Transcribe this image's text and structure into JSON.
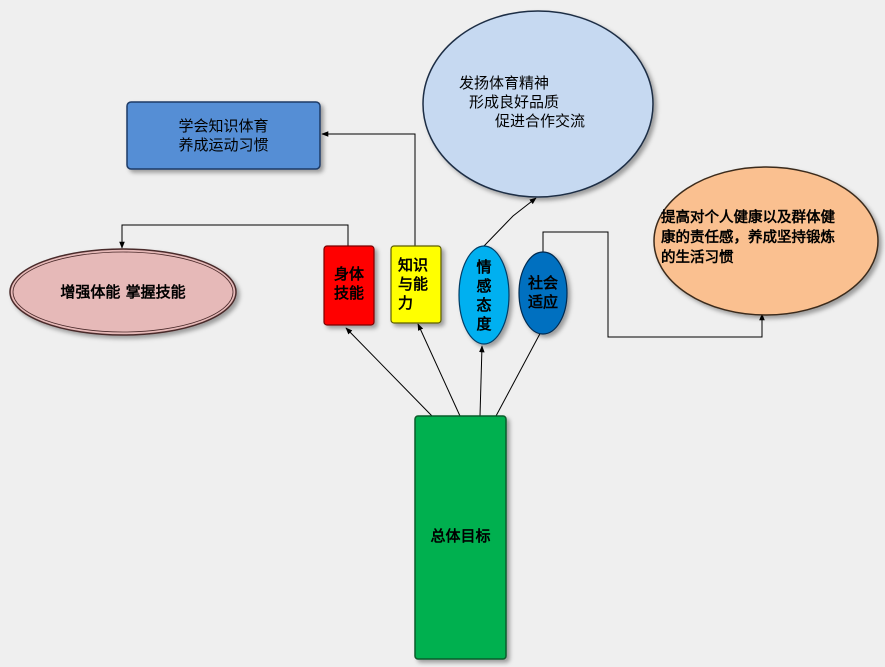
{
  "nodes": {
    "total": {
      "label": "总体目标",
      "color": "#00b050"
    },
    "physical_skill": {
      "label": "身体技能",
      "lines": [
        "身体",
        "技能"
      ],
      "color": "#ff0000"
    },
    "knowledge_ability": {
      "label": "知识与能力",
      "lines": [
        "知识",
        "与能",
        "力"
      ],
      "color": "#ffff00"
    },
    "emotion_attitude": {
      "label": "情感态度",
      "lines": [
        "情",
        "感",
        "态",
        "度"
      ],
      "color": "#00b0f0"
    },
    "social_adaptation": {
      "label": "社会适应",
      "lines": [
        "社会",
        "适应"
      ],
      "color": "#0070c0"
    },
    "learn_knowledge": {
      "lines": [
        "学会知识体育",
        "养成运动习惯"
      ],
      "color": "#558ed5"
    },
    "spirit": {
      "lines": [
        "发扬体育精神",
        "形成良好品质",
        "促进合作交流"
      ],
      "color": "#c6d9f1"
    },
    "health_responsibility": {
      "lines": [
        "提高对个人健康以及群体健",
        "康的责任感，养成坚持锻炼",
        "的生活习惯"
      ],
      "color": "#fac090"
    },
    "strengthen_physique": {
      "label": "增强体能 掌握技能",
      "color": "#e6b9b8"
    }
  }
}
